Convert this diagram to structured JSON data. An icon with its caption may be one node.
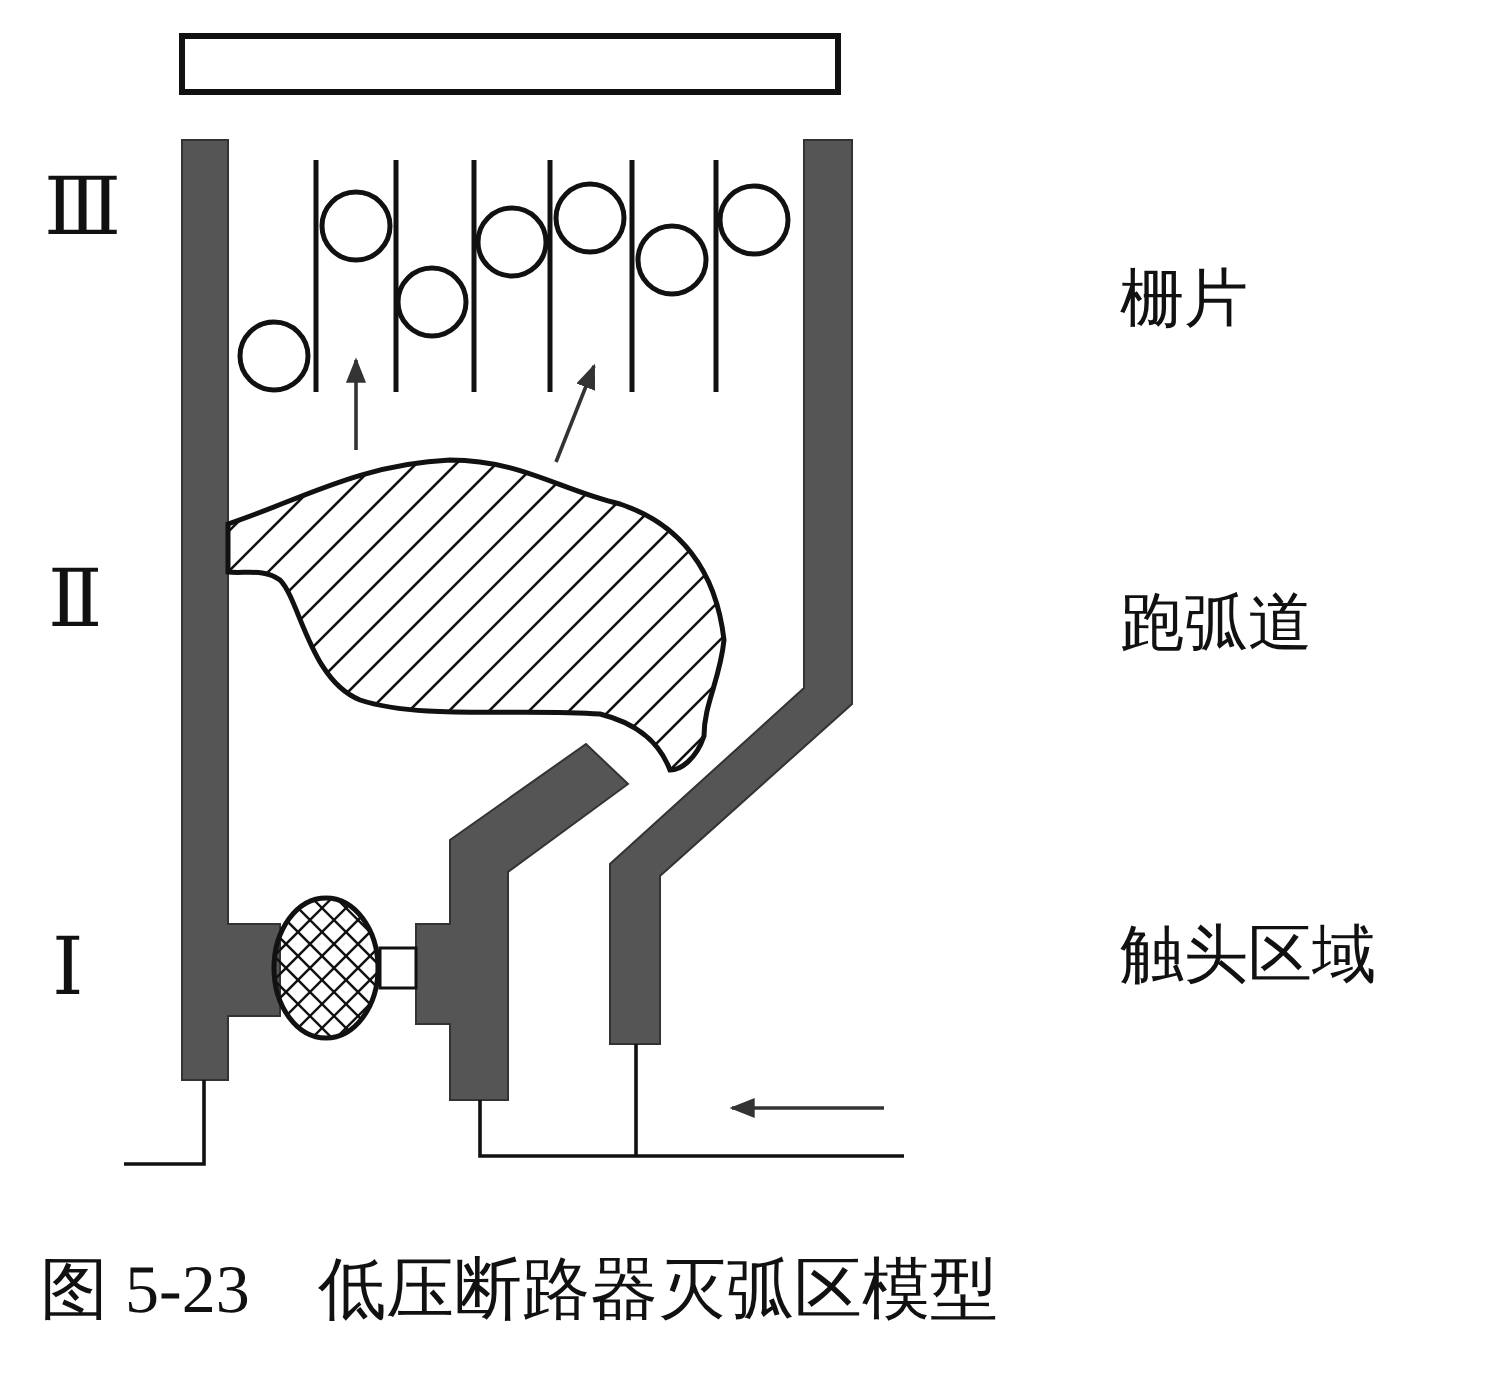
{
  "diagram": {
    "caption": "图 5-23　低压断路器灭弧区模型",
    "labels": [
      "Ⅲ",
      "栅片",
      "Ⅱ",
      "跑弧道",
      "Ⅰ",
      "触头区域"
    ]
  }
}
